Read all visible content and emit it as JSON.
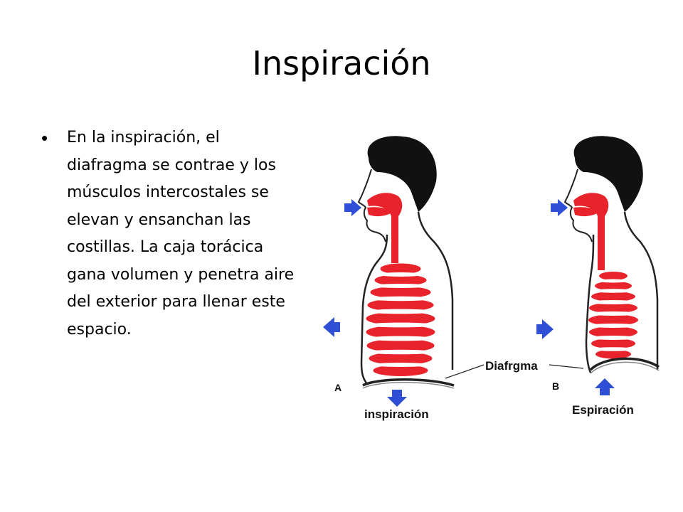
{
  "slide": {
    "title": "Inspiración",
    "bullet": "En la inspiración, el diafragma se contrae y los músculos intercostales se elevan y ensanchan las costillas. La caja torácica gana volumen y penetra aire del exterior para llenar este espacio."
  },
  "figure": {
    "label_a": "A",
    "label_b": "B",
    "caption_a": "inspiración",
    "caption_b": "Espiración",
    "diaphragm_label": "Diafrgma",
    "colors": {
      "lungs": "#e8232b",
      "arrows": "#2f4fd6",
      "hair": "#111111",
      "outline": "#222222"
    }
  }
}
